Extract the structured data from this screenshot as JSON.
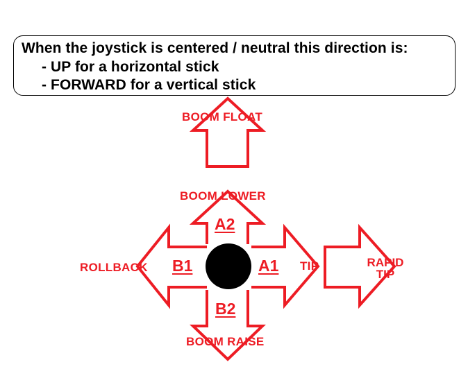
{
  "note": {
    "title": "When the joystick is centered / neutral this direction is:",
    "line1": "- UP for a horizontal stick",
    "line2": "- FORWARD for a vertical stick"
  },
  "labels": {
    "boom_float": "BOOM FLOAT",
    "boom_lower": "BOOM LOWER",
    "boom_raise": "BOOM RAISE",
    "rollback": "ROLLBACK",
    "tip": "TIP",
    "rapid_tip_line1": "RAPID",
    "rapid_tip_line2": "TIP"
  },
  "codes": {
    "up": "A2",
    "down": "B2",
    "left": "B1",
    "right": "A1"
  },
  "colors": {
    "arrow_stroke": "#ed1c24",
    "label": "#ed1c24",
    "knob": "#000000"
  }
}
